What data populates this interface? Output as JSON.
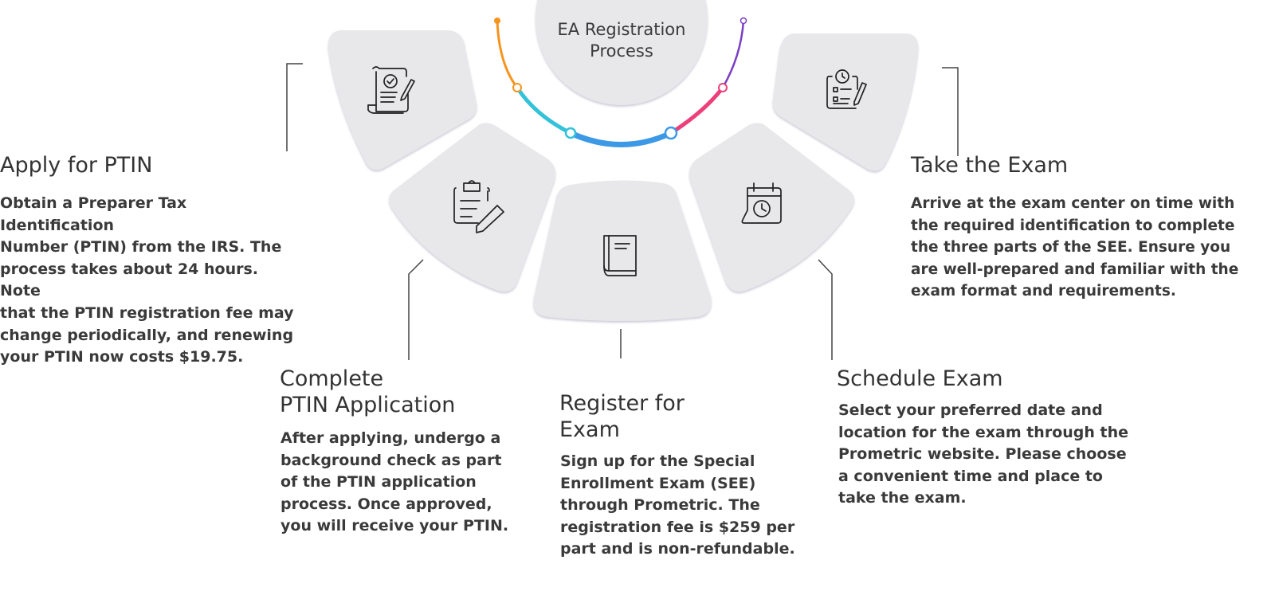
{
  "hub": {
    "title_line1": "EA Registration",
    "title_line2": "Process"
  },
  "colors": {
    "tile": "#e8e8ea",
    "tile_edge": "#d6d6de",
    "arc": [
      "#f7941d",
      "#33c2d9",
      "#3b99e6",
      "#ec407a",
      "#7b3fc4"
    ],
    "leader": "#444444"
  },
  "steps": [
    {
      "id": "apply-ptin",
      "title_line1": "Apply for PTIN",
      "title_line2": "",
      "text_lines": [
        "Obtain a Preparer Tax Identification",
        "Number (PTIN) from the IRS. The",
        "process takes about 24 hours. Note",
        "that the PTIN registration fee may",
        "change periodically, and renewing",
        "your PTIN now costs $19.75."
      ],
      "icon": "document-check-icon"
    },
    {
      "id": "complete-application",
      "title_line1": "Complete",
      "title_line2": "PTIN Application",
      "text_lines": [
        "After applying, undergo a",
        "background check as part",
        "of the PTIN application",
        "process. Once approved,",
        "you will receive your PTIN."
      ],
      "icon": "clipboard-pen-icon"
    },
    {
      "id": "register-exam",
      "title_line1": "Register for",
      "title_line2": "Exam",
      "text_lines": [
        "Sign up for the Special",
        "Enrollment Exam (SEE)",
        "through Prometric. The",
        "registration fee is $259 per",
        "part and is non-refundable."
      ],
      "icon": "book-icon"
    },
    {
      "id": "schedule-exam",
      "title_line1": "Schedule Exam",
      "title_line2": "",
      "text_lines": [
        "Select your preferred date and",
        "location for the exam through the",
        "Prometric website. Please choose",
        "a convenient time and place to",
        "take the exam."
      ],
      "icon": "calendar-clock-icon"
    },
    {
      "id": "take-exam",
      "title_line1": "Take the Exam",
      "title_line2": "",
      "text_lines": [
        "Arrive at the exam center on time with",
        "the required identification to complete",
        "the three parts of the SEE. Ensure you",
        "are well-prepared and familiar with the",
        "exam format and requirements."
      ],
      "icon": "checklist-clock-icon"
    }
  ]
}
